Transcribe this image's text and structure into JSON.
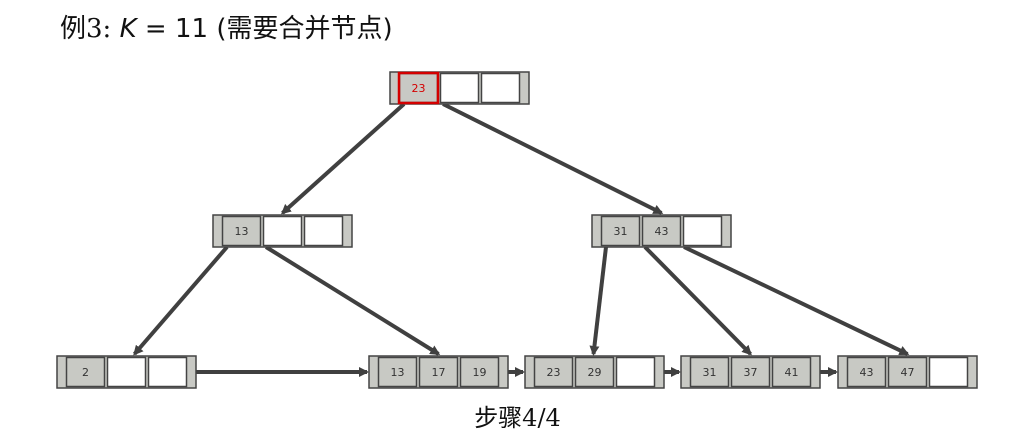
{
  "title": {
    "prefix": "例3:",
    "k_var": "K",
    "equals": "= 11",
    "note": "(需要合并节点)"
  },
  "caption": "步骤4/4",
  "colors": {
    "filled": "#c8c9c4",
    "empty": "#ffffff",
    "border": "#444444",
    "highlight": "#d40000",
    "arrow": "#404040"
  },
  "tree": {
    "nodes": [
      {
        "id": "root",
        "level": 0,
        "keys": [
          "23"
        ],
        "highlight_key": 0
      },
      {
        "id": "i1",
        "level": 1,
        "keys": [
          "13"
        ]
      },
      {
        "id": "i2",
        "level": 1,
        "keys": [
          "31",
          "43"
        ]
      },
      {
        "id": "l1",
        "level": 2,
        "keys": [
          "2"
        ]
      },
      {
        "id": "l2",
        "level": 2,
        "keys": [
          "13",
          "17",
          "19"
        ]
      },
      {
        "id": "l3",
        "level": 2,
        "keys": [
          "23",
          "29"
        ]
      },
      {
        "id": "l4",
        "level": 2,
        "keys": [
          "31",
          "37",
          "41"
        ]
      },
      {
        "id": "l5",
        "level": 2,
        "keys": [
          "43",
          "47"
        ]
      }
    ],
    "edges": [
      {
        "from": "root",
        "slot": 0,
        "to": "i1"
      },
      {
        "from": "root",
        "slot": 1,
        "to": "i2"
      },
      {
        "from": "i1",
        "slot": 0,
        "to": "l1"
      },
      {
        "from": "i1",
        "slot": 1,
        "to": "l2"
      },
      {
        "from": "i2",
        "slot": 0,
        "to": "l3"
      },
      {
        "from": "i2",
        "slot": 1,
        "to": "l4"
      },
      {
        "from": "i2",
        "slot": 2,
        "to": "l5"
      }
    ],
    "leaf_links": [
      [
        "l1",
        "l2"
      ],
      [
        "l2",
        "l3"
      ],
      [
        "l3",
        "l4"
      ],
      [
        "l4",
        "l5"
      ]
    ]
  }
}
